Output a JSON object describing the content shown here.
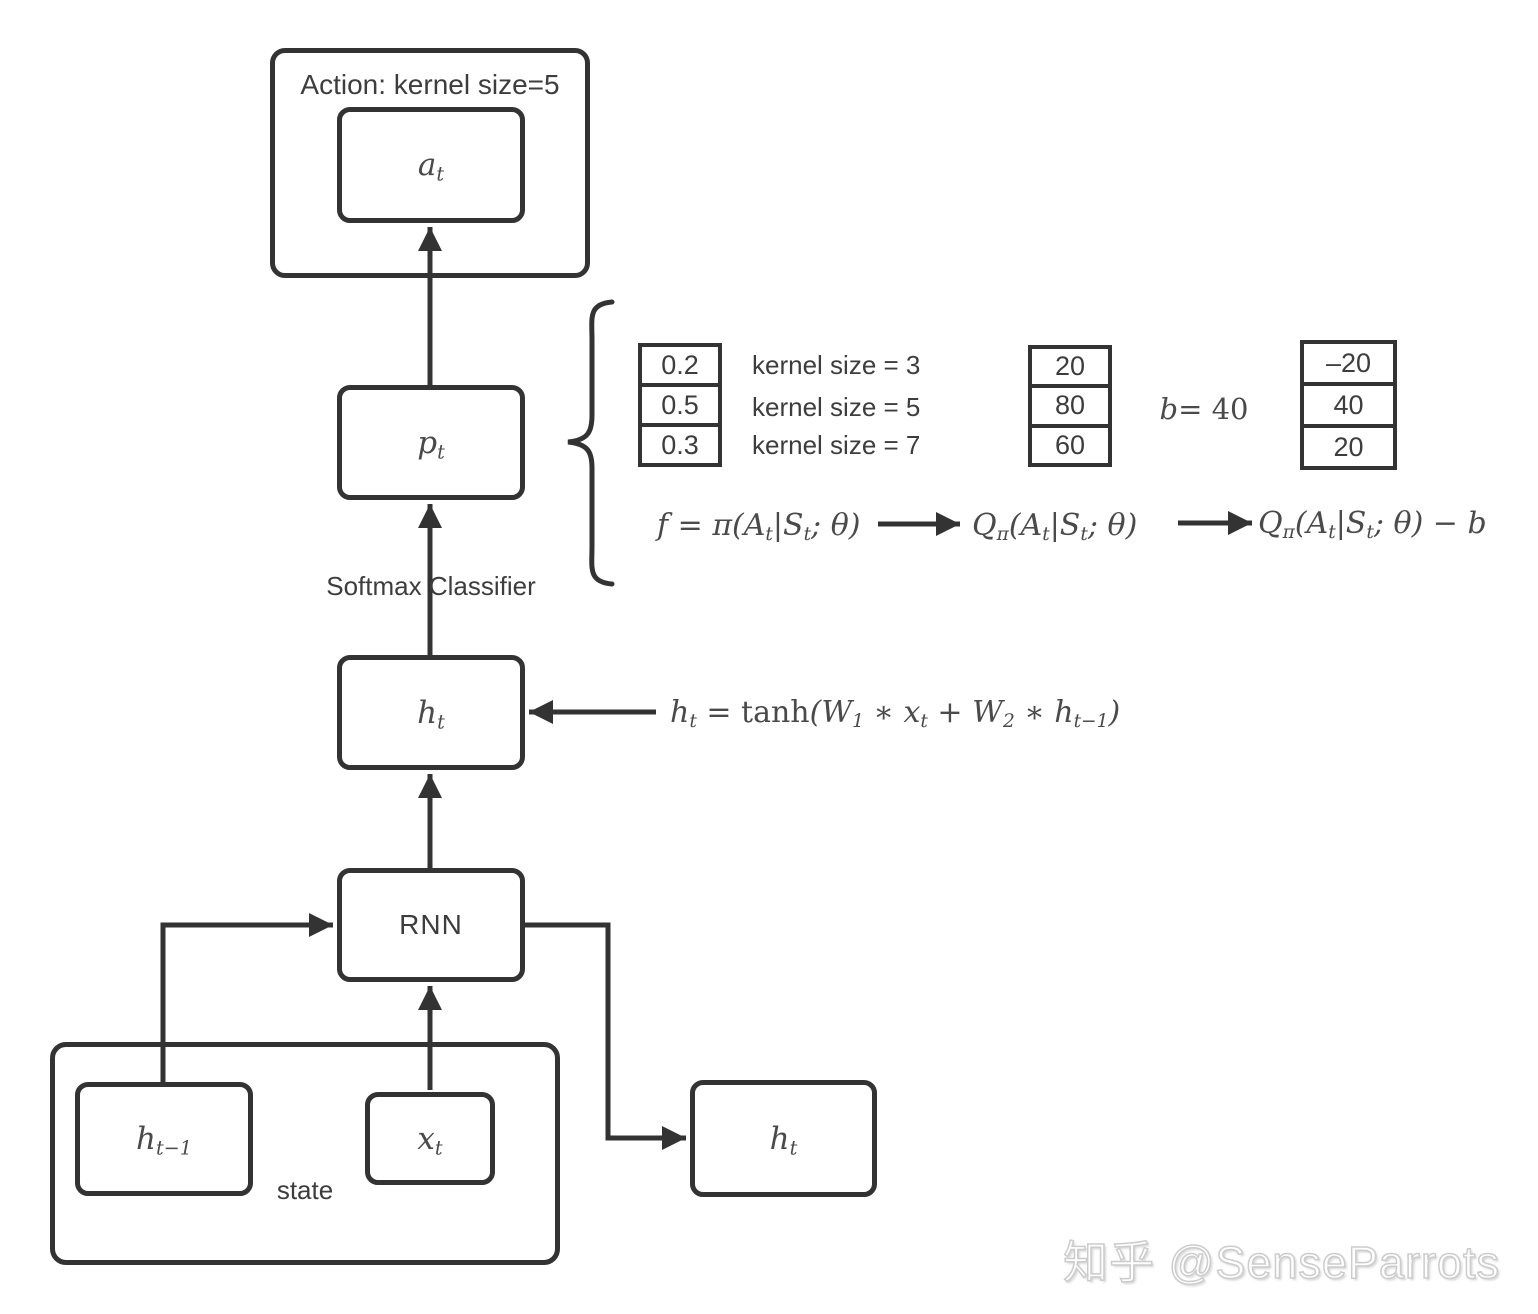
{
  "diagram": {
    "action_box_label": "Action: kernel size=5",
    "softmax_label": "Softmax Classifier",
    "state_label": "state",
    "rnn_label": "RNN"
  },
  "boxes": {
    "a_t": {
      "base": "a",
      "sub": "t"
    },
    "p_t": {
      "base": "p",
      "sub": "t"
    },
    "h_t": {
      "base": "h",
      "sub": "t"
    },
    "h_prev": {
      "base": "h",
      "sub": "t−1"
    },
    "x_t": {
      "base": "x",
      "sub": "t"
    },
    "h_t_out": {
      "base": "h",
      "sub": "t"
    }
  },
  "tables": {
    "probabilities": [
      "0.2",
      "0.5",
      "0.3"
    ],
    "kernel_labels": [
      "kernel size = 3",
      "kernel size = 5",
      "kernel size = 7"
    ],
    "q_values": [
      "20",
      "80",
      "60"
    ],
    "advantages": [
      "–20",
      "40",
      "20"
    ],
    "baseline": {
      "b": "b",
      "rest": " = 40"
    }
  },
  "formulas": {
    "policy": {
      "f": "f = π(A",
      "s1": "t",
      "m1": "|S",
      "s2": "t",
      "m2": "; θ)"
    },
    "q": {
      "Q": "Q",
      "qsub": "π",
      "m1": "(A",
      "s1": "t",
      "m2": "|S",
      "s2": "t",
      "m3": "; θ)"
    },
    "q_minus_b": {
      "Q": "Q",
      "qsub": "π",
      "m1": "(A",
      "s1": "t",
      "m2": "|S",
      "s2": "t",
      "m3": "; θ) − b"
    },
    "hidden": {
      "h": "h",
      "hsub": "t",
      "eq": " = ",
      "tanh": "tanh",
      "m1": "(W",
      "s1": "1",
      "m2": " ∗ x",
      "s2": "t",
      "m3": " + W",
      "s3": "2",
      "m4": " ∗ h",
      "s4": "t−1",
      "m5": ")"
    }
  },
  "watermark": "知乎 @SenseParrots",
  "colors": {
    "stroke": "#333333",
    "text": "#3d3d3d",
    "math": "#4a4a4a",
    "wm-outline": "#cccccc"
  }
}
